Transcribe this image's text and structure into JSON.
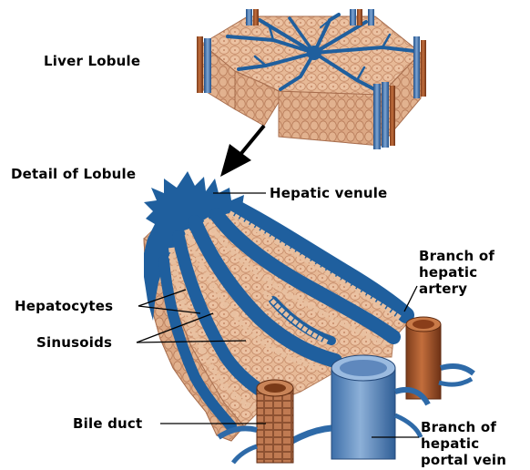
{
  "labels": {
    "liver_lobule": "Liver Lobule",
    "detail_of_lobule": "Detail of Lobule",
    "hepatic_venule": "Hepatic venule",
    "branch_hepatic_artery": [
      "Branch of",
      "hepatic",
      "artery"
    ],
    "hepatocytes": "Hepatocytes",
    "sinusoids": "Sinusoids",
    "bile_duct": "Bile duct",
    "branch_hepatic_portal_vein": [
      "Branch of",
      "hepatic",
      "portal vein"
    ]
  },
  "colors": {
    "vein_blue": "#1f5f9e",
    "tissue_tan": "#e7b996",
    "cell_outline": "#c48a68",
    "artery_brown": "#a0522d",
    "portal_vein_blue": "#6b94c4",
    "bile_duct_brown": "#b5704a",
    "leader_line": "#000000"
  }
}
